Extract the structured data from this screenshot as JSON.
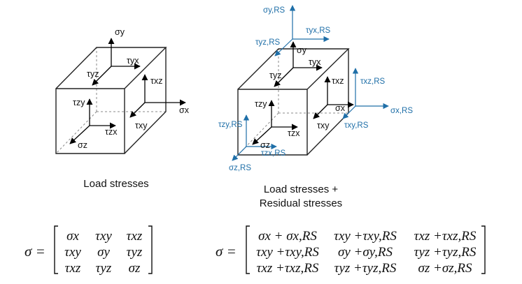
{
  "left_cube": {
    "caption": "Load stresses",
    "labels": {
      "sigma_y": "σy",
      "tau_yx": "τyx",
      "tau_yz": "τyz",
      "tau_xz": "τxz",
      "sigma_x": "σx",
      "tau_zy": "τzy",
      "tau_xy": "τxy",
      "tau_zx": "τzx",
      "sigma_z": "σz"
    }
  },
  "right_cube": {
    "caption_line1": "Load stresses +",
    "caption_line2": "Residual stresses",
    "labels": {
      "sigma_y": "σy",
      "tau_yx": "τyx",
      "tau_yz": "τyz",
      "tau_xz": "τxz",
      "sigma_x": "σx",
      "tau_zy": "τzy",
      "tau_xy": "τxy",
      "tau_zx": "τzx",
      "sigma_z": "σz"
    },
    "rs_labels": {
      "sigma_y": "σy,RS",
      "tau_yx": "τyx,RS",
      "tau_yz": "τyz,RS",
      "tau_xz": "τxz,RS",
      "sigma_x": "σx,RS",
      "tau_zy": "τzy,RS",
      "tau_xy": "τxy,RS",
      "tau_zx": "τzx,RS",
      "sigma_z": "σz,RS"
    }
  },
  "left_matrix": {
    "lhs": "σ =",
    "rows": [
      [
        "σx",
        "τxy",
        "τxz"
      ],
      [
        "τxy",
        "σy",
        "τyz"
      ],
      [
        "τxz",
        "τyz",
        "σz"
      ]
    ]
  },
  "right_matrix": {
    "lhs": "σ =",
    "rows": [
      [
        "σx + σx,RS",
        "τxy +τxy,RS",
        "τxz +τxz,RS"
      ],
      [
        "τxy +τxy,RS",
        "σy +σy,RS",
        "τyz +τyz,RS"
      ],
      [
        "τxz +τxz,RS",
        "τyz +τyz,RS",
        "σz +σz,RS"
      ]
    ]
  },
  "colors": {
    "residual": "#1f6fa8",
    "load": "#000000"
  }
}
